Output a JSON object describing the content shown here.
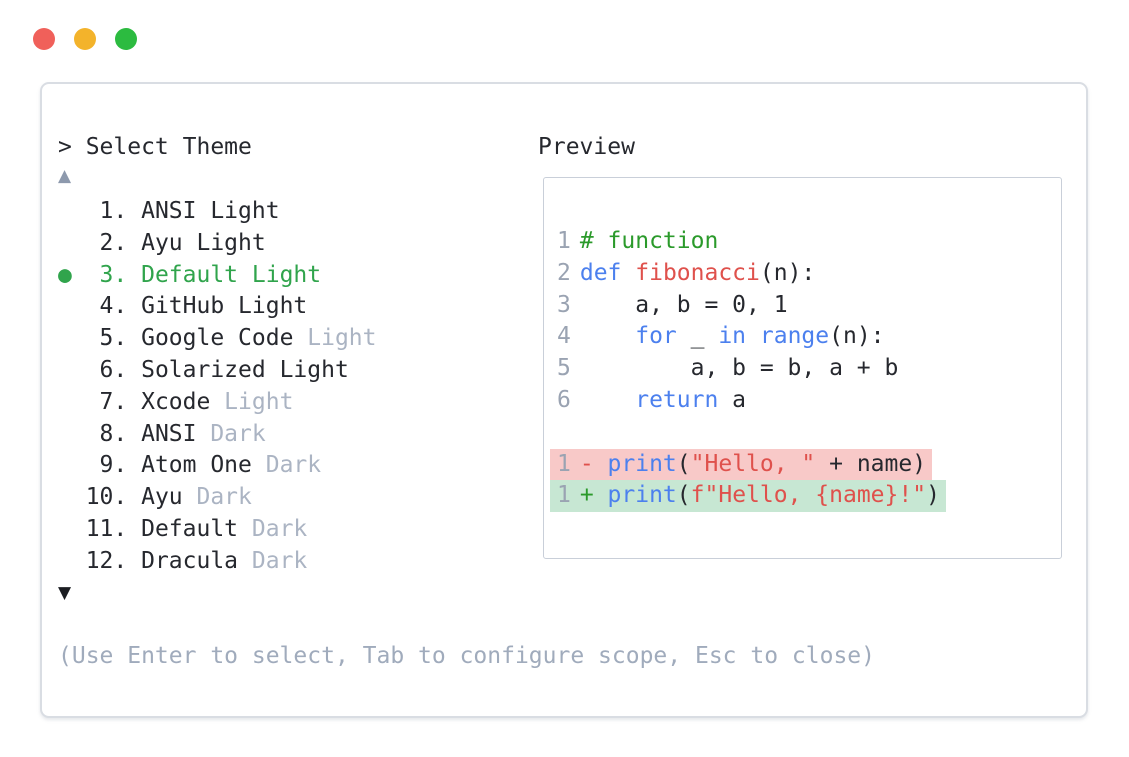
{
  "window": {
    "controls": [
      {
        "id": "close",
        "color": "#f0605a"
      },
      {
        "id": "minimize",
        "color": "#f3b32b"
      },
      {
        "id": "zoom",
        "color": "#2cbb40"
      }
    ]
  },
  "picker": {
    "title": "> Select Theme",
    "scroll_up_indicator": "▲",
    "scroll_down_indicator": "▼",
    "items": [
      {
        "number": 1,
        "name": "ANSI",
        "suffix": "Light",
        "suffix_dim": false,
        "selected": false
      },
      {
        "number": 2,
        "name": "Ayu",
        "suffix": "Light",
        "suffix_dim": false,
        "selected": false
      },
      {
        "number": 3,
        "name": "Default",
        "suffix": "Light",
        "suffix_dim": false,
        "selected": true
      },
      {
        "number": 4,
        "name": "GitHub",
        "suffix": "Light",
        "suffix_dim": false,
        "selected": false
      },
      {
        "number": 5,
        "name": "Google Code",
        "suffix": "Light",
        "suffix_dim": true,
        "selected": false
      },
      {
        "number": 6,
        "name": "Solarized",
        "suffix": "Light",
        "suffix_dim": false,
        "selected": false
      },
      {
        "number": 7,
        "name": "Xcode",
        "suffix": "Light",
        "suffix_dim": true,
        "selected": false
      },
      {
        "number": 8,
        "name": "ANSI",
        "suffix": "Dark",
        "suffix_dim": true,
        "selected": false
      },
      {
        "number": 9,
        "name": "Atom One",
        "suffix": "Dark",
        "suffix_dim": true,
        "selected": false
      },
      {
        "number": 10,
        "name": "Ayu",
        "suffix": "Dark",
        "suffix_dim": true,
        "selected": false
      },
      {
        "number": 11,
        "name": "Default",
        "suffix": "Dark",
        "suffix_dim": true,
        "selected": false
      },
      {
        "number": 12,
        "name": "Dracula",
        "suffix": "Dark",
        "suffix_dim": true,
        "selected": false
      }
    ],
    "selected_bullet": "●",
    "help_text": "(Use Enter to select, Tab to configure scope, Esc to close)"
  },
  "preview": {
    "label": "Preview",
    "lines": [
      {
        "num": "1",
        "tokens": [
          [
            "comment",
            "# function"
          ]
        ]
      },
      {
        "num": "2",
        "tokens": [
          [
            "keyword",
            "def"
          ],
          [
            "plain",
            " "
          ],
          [
            "function",
            "fibonacci"
          ],
          [
            "plain",
            "(n):"
          ]
        ]
      },
      {
        "num": "3",
        "tokens": [
          [
            "plain",
            "    a, b = 0, 1"
          ]
        ]
      },
      {
        "num": "4",
        "tokens": [
          [
            "plain",
            "    "
          ],
          [
            "keyword",
            "for"
          ],
          [
            "plain",
            " _ "
          ],
          [
            "keyword",
            "in"
          ],
          [
            "plain",
            " "
          ],
          [
            "keyword",
            "range"
          ],
          [
            "plain",
            "(n):"
          ]
        ]
      },
      {
        "num": "5",
        "tokens": [
          [
            "plain",
            "        a, b = b, a + b"
          ]
        ]
      },
      {
        "num": "6",
        "tokens": [
          [
            "plain",
            "    "
          ],
          [
            "keyword",
            "return"
          ],
          [
            "plain",
            " a"
          ]
        ]
      },
      {
        "num": "",
        "tokens": []
      },
      {
        "num": "1",
        "diff": "del",
        "tokens": [
          [
            "del",
            "- "
          ],
          [
            "keyword",
            "print"
          ],
          [
            "plain",
            "("
          ],
          [
            "string",
            "\"Hello, \""
          ],
          [
            "plain",
            " + name)"
          ]
        ]
      },
      {
        "num": "1",
        "diff": "add",
        "tokens": [
          [
            "add",
            "+ "
          ],
          [
            "keyword",
            "print"
          ],
          [
            "plain",
            "("
          ],
          [
            "string",
            "f\"Hello, {name}!\""
          ],
          [
            "plain",
            ")"
          ]
        ]
      }
    ]
  },
  "colors": {
    "text_dark": "#26282e",
    "text_dim": "#abb4c3",
    "help_text": "#a0abbc",
    "selected_green": "#30a44c",
    "scroll_up_gray": "#8d99ad",
    "scroll_down_dark": "#1b1d22",
    "line_number_gray": "#9aa3b2",
    "keyword_blue": "#4c80ee",
    "comment_green": "#2b9a2b",
    "string_red": "#df514c",
    "function_red": "#df514c",
    "diff_del_fg": "#df514c",
    "diff_add_fg": "#2b9a2b",
    "diff_del_bg": "#f8c9c8",
    "diff_add_bg": "#c7e7d3",
    "panel_border": "#d9dde3",
    "preview_border": "#c9cfd9"
  }
}
